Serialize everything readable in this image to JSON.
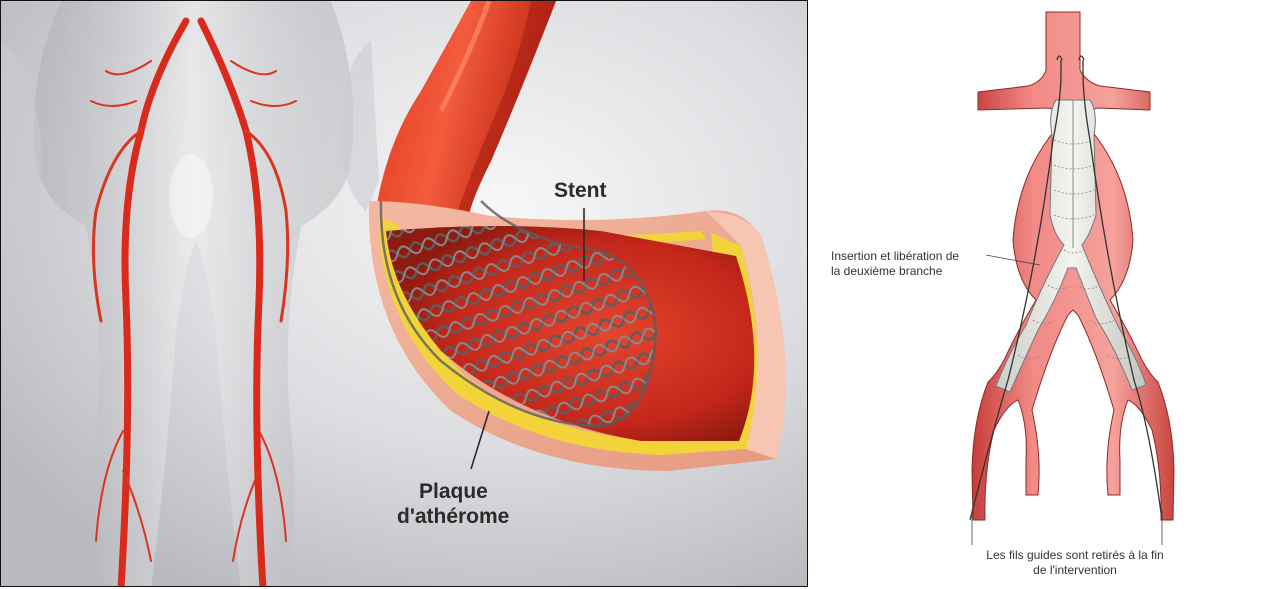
{
  "left_illustration": {
    "label_stent": "Stent",
    "label_plaque": [
      "Plaque",
      "d'athérome"
    ]
  },
  "right_illustration": {
    "label_insertion": [
      "Insertion et libération de",
      "la deuxième branche"
    ],
    "label_guides": [
      "Les fils guides sont retirés à la fin",
      "de l'intervention"
    ]
  },
  "colors": {
    "artery_red": "#d92a1c",
    "plaque_yellow": "#f2d43a",
    "stent_gray": "#5d5d60",
    "background_gray": "#cfd0d3",
    "vessel_pink": "#e8706c"
  }
}
